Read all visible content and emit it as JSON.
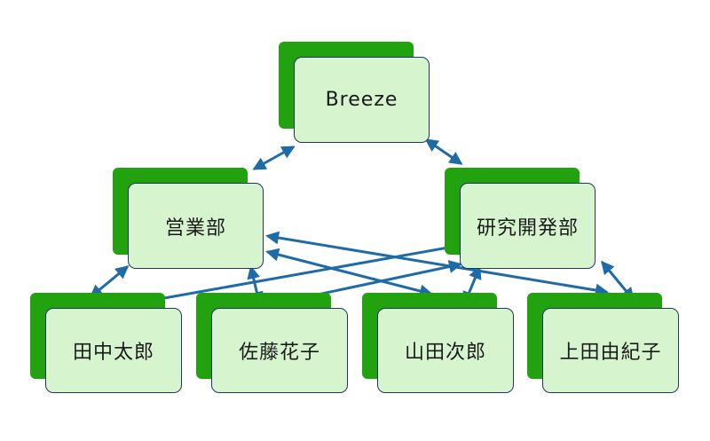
{
  "nodes": {
    "breeze": {
      "label": "Breeze"
    },
    "sales": {
      "label": "営業部"
    },
    "rnd": {
      "label": "研究開発部"
    },
    "tanaka": {
      "label": "田中太郎"
    },
    "sato": {
      "label": "佐藤花子"
    },
    "yamada": {
      "label": "山田次郎"
    },
    "ueda": {
      "label": "上田由紀子"
    }
  },
  "colors": {
    "box_fill": "#d6f5cf",
    "box_border": "#1f3566",
    "shadow": "#22a20e",
    "arrow": "#1f6ba8"
  },
  "connections": [
    {
      "from": "breeze",
      "to": "sales",
      "direction": "both"
    },
    {
      "from": "breeze",
      "to": "rnd",
      "direction": "both"
    },
    {
      "from": "sales",
      "to": "tanaka",
      "direction": "both"
    },
    {
      "from": "sales",
      "to": "sato",
      "direction": "both"
    },
    {
      "from": "sales",
      "to": "yamada",
      "direction": "both"
    },
    {
      "from": "sales",
      "to": "ueda",
      "direction": "both"
    },
    {
      "from": "rnd",
      "to": "tanaka",
      "direction": "both"
    },
    {
      "from": "rnd",
      "to": "sato",
      "direction": "both"
    },
    {
      "from": "rnd",
      "to": "yamada",
      "direction": "both"
    },
    {
      "from": "rnd",
      "to": "ueda",
      "direction": "both"
    }
  ]
}
